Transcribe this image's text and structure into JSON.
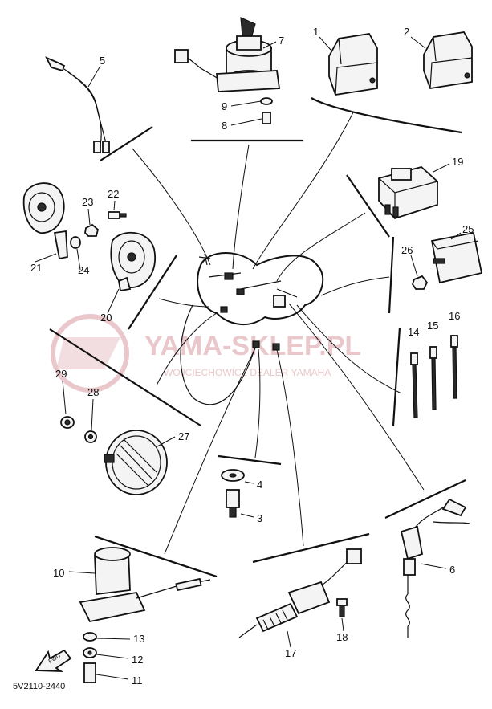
{
  "diagram": {
    "part_code": "5V2110-2440",
    "watermark": {
      "title": "YAMA-SKLEP.PL",
      "subtitle": "WOJCIECHOWICZ DEALER YAMAHA"
    },
    "fwd_label": "FWD",
    "callouts": {
      "p1": "1",
      "p2": "2",
      "p3": "3",
      "p4": "4",
      "p5": "5",
      "p6": "6",
      "p7": "7",
      "p8": "8",
      "p9": "9",
      "p10": "10",
      "p11": "11",
      "p12": "12",
      "p13": "13",
      "p14": "14",
      "p15": "15",
      "p16": "16",
      "p17": "17",
      "p18": "18",
      "p19": "19",
      "p20": "20",
      "p21": "21",
      "p22": "22",
      "p23": "23",
      "p24": "24",
      "p25": "25",
      "p26": "26",
      "p27": "27",
      "p28": "28",
      "p29": "29"
    }
  }
}
